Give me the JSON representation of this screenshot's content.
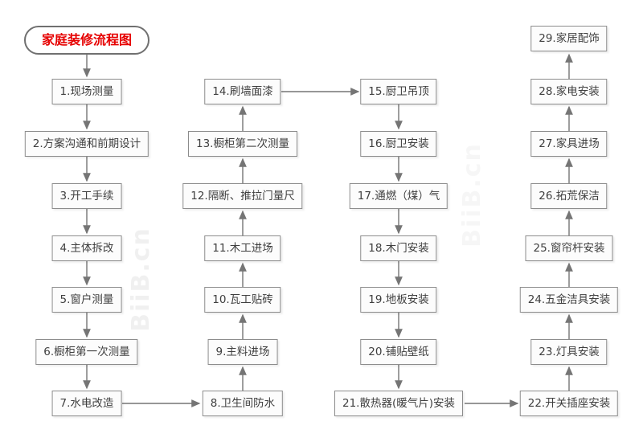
{
  "title": "家庭装修流程图",
  "watermark": "BiiB.cn",
  "colors": {
    "title_red": "#e60000",
    "box_border": "#8c8c8c",
    "box_fill": "#fcfcfc",
    "arrow": "#757575",
    "text": "#3f3f3f"
  },
  "flow": {
    "col1": [
      "1.现场测量",
      "2.方案沟通和前期设计",
      "3.开工手续",
      "4.主体拆改",
      "5.窗户测量",
      "6.橱柜第一次测量",
      "7.水电改造"
    ],
    "col2": [
      "14.刷墙面漆",
      "13.橱柜第二次测量",
      "12.隔断、推拉门量尺",
      "11.木工进场",
      "10.瓦工贴砖",
      "9.主料进场",
      "8.卫生间防水"
    ],
    "col3": [
      "15.厨卫吊顶",
      "16.厨卫安装",
      "17.通燃（煤）气",
      "18.木门安装",
      "19.地板安装",
      "20.铺贴壁纸",
      "21.散热器(暖气片)安装"
    ],
    "col4": [
      "29.家居配饰",
      "28.家电安装",
      "27.家具进场",
      "26.拓荒保洁",
      "25.窗帘杆安装",
      "24.五金洁具安装",
      "23.灯具安装",
      "22.开关插座安装"
    ]
  },
  "edges": {
    "vertical_down_columns": [
      "col1",
      "col3"
    ],
    "vertical_up_columns": [
      "col2",
      "col4"
    ],
    "horizontal_links": [
      "7→8",
      "14→15",
      "21→22"
    ],
    "start_link": "title→1"
  }
}
